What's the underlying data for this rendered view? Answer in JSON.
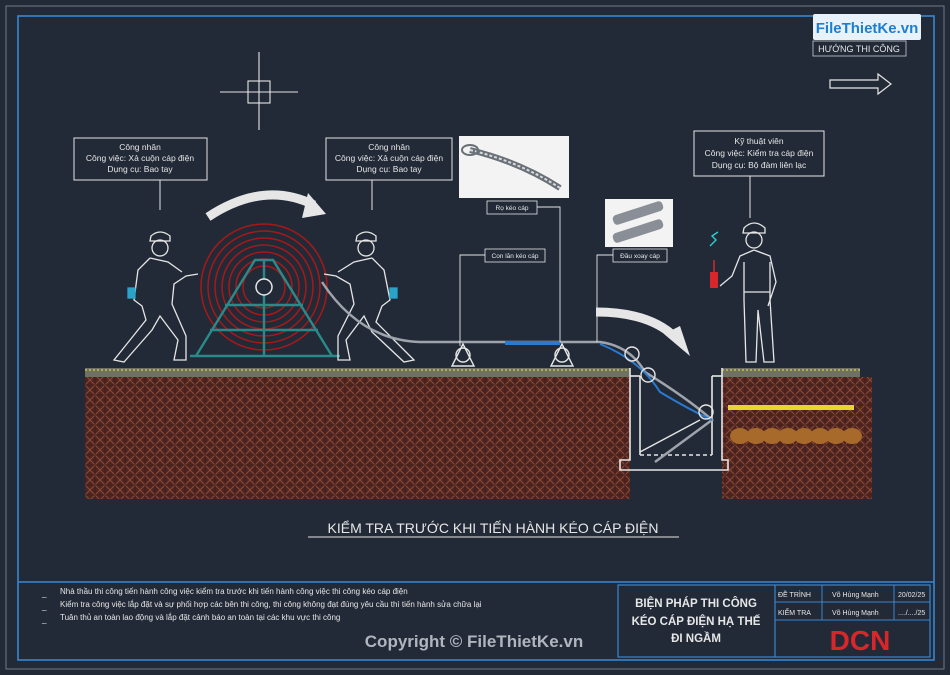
{
  "logo": {
    "brand": "FileThietKe.vn",
    "badge": "HƯỚNG THI CÔNG"
  },
  "labels": {
    "worker_left": [
      "Công nhân",
      "Công việc: Xả cuộn cáp điện",
      "Dụng cụ: Bao tay"
    ],
    "worker_right": [
      "Công nhân",
      "Công việc: Xả cuộn cáp điện",
      "Dụng cụ: Bao tay"
    ],
    "technician": [
      "Kỹ thuật viên",
      "Công việc: Kiểm tra cáp điện",
      "Dụng cụ: Bộ đàm liên lạc"
    ],
    "pulling_grip": "Rọ kéo cáp",
    "roller": "Con lăn kéo cáp",
    "swivel": "Đầu xoay cáp"
  },
  "caption": "KIỂM TRA TRƯỚC KHI TIẾN HÀNH KÉO CÁP ĐIỆN",
  "notes": [
    "Nhà thầu thi công tiến hành công việc kiểm tra trước khi tiến hành công việc thi công kéo cáp điện",
    "Kiểm tra công việc lắp đặt và sự phối hợp các bên thi công, thi công không đạt đúng yêu cầu thì tiến hành sửa chữa lại",
    "Tuân thủ an toàn lao động và lắp đặt cảnh báo an toàn tại các khu vực thi công"
  ],
  "note_bullet": "_",
  "title_block": {
    "title_lines": [
      "BIỆN PHÁP THI CÔNG",
      "KÉO CÁP ĐIỆN HẠ THẾ",
      "ĐI NGẦM"
    ],
    "rows": [
      {
        "role": "ĐỀ TRÌNH",
        "name": "Võ Hùng Mạnh",
        "date": "20/02/25"
      },
      {
        "role": "KIỂM TRA",
        "name": "Võ Hùng Mạnh",
        "date": "..../..../25"
      }
    ],
    "company_logo": "DCN"
  },
  "copyright": "Copyright © FileThietKe.vn",
  "colors": {
    "background": "#222a37",
    "frame": "#3a86d0",
    "soil": "#5a2a24",
    "yellow": "#e8d62a",
    "red_logo": "#d9262a"
  }
}
